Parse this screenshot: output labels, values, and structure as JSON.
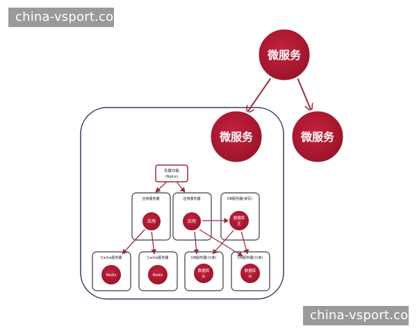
{
  "watermark": {
    "top": "china-vsport.com",
    "bottom": "china-vsport.com"
  },
  "colors": {
    "node_red": "#b31b34",
    "arrow": "#9a2a3c",
    "outline": "#2c3e63",
    "box_stroke": "#3a3a3a"
  },
  "top_tree": {
    "root": "微服务",
    "left_child": "微服务",
    "right_child": "微服务"
  },
  "diagram": {
    "load_balancer": {
      "label_line1": "负载均衡",
      "label_line2": "(Nginx)"
    },
    "app_server_1": {
      "title": "应用服务器",
      "node": "应用"
    },
    "app_server_2": {
      "title": "应用服务器",
      "node": "应用"
    },
    "db_master": {
      "title": "DB服务器(读写)",
      "node_line1": "数据库",
      "node_line2": "主"
    },
    "cache_1": {
      "title": "Cache服务器",
      "node": "Redis"
    },
    "cache_2": {
      "title": "Cache服务器",
      "node": "Redis"
    },
    "db_slave_1": {
      "title": "DB服务器(只读)",
      "node_line1": "数据库",
      "node_line2": "从"
    },
    "db_slave_2": {
      "title": "DB服务器(只读)",
      "node_line1": "数据库",
      "node_line2": "从"
    }
  }
}
